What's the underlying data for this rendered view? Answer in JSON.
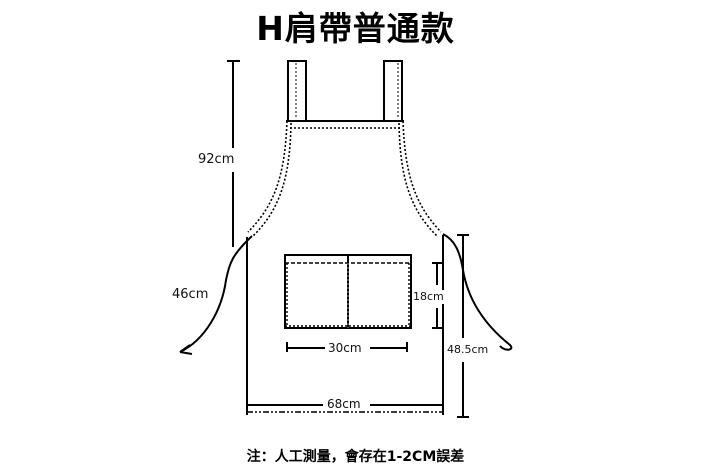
{
  "title": "H肩帶普通款",
  "diagram": {
    "subject": "apron",
    "measurements": {
      "total_length": "92cm",
      "tie_length": "46cm",
      "pocket_height": "18cm",
      "pocket_width": "30cm",
      "side_length": "48.5cm",
      "bottom_width": "68cm"
    },
    "line_color": "#000000",
    "background_color": "#ffffff"
  },
  "note": "注：人工測量，會存在1-2CM誤差"
}
